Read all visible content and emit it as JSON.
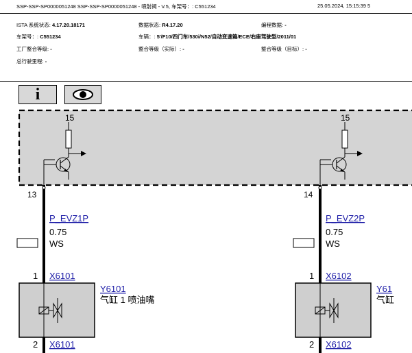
{
  "header": {
    "title": "SSP-SSP-SP0000051248 SSP-SSP-SP0000051248 - 喷射阀 - V.5, 车架号：: C551234",
    "datetime": "25.05.2024, 15:15:39",
    "page": "5"
  },
  "info": {
    "ista_label": "ISTA 系统状态:",
    "ista_value": "4.17.20.18171",
    "data_label": "数据状态:",
    "data_value": "R4.17.20",
    "prog_label": "编程数据:",
    "prog_value": "-",
    "vin_label": "车架号：:",
    "vin_value": "C551234",
    "vehicle_label": "车辆：:",
    "vehicle_value": "5'/F10/四门车/530i/N52/自动变速箱/ECE/右座驾驶型/2011/01",
    "factory_label": "工厂整合等级:",
    "factory_value": "-",
    "actual_label": "整合等级（实际）:",
    "actual_value": "-",
    "target_label": "整合等级（目标）:",
    "target_value": "-",
    "mileage_label": "总行驶里程:",
    "mileage_value": "-"
  },
  "toolbar": {
    "info_symbol": "i",
    "info_icon": "info-icon",
    "eye_icon": "eye-icon"
  },
  "diagram": {
    "left": {
      "supply": "15",
      "pin_top": "13",
      "signal": "P_EVZ1P",
      "size": "0.75",
      "color": "WS",
      "pin1": "1",
      "conn": "X6101",
      "component_id": "Y6101",
      "component_name": "气缸 1 喷油嘴",
      "pin2": "2",
      "conn2": "X6101"
    },
    "right": {
      "supply": "15",
      "pin_top": "14",
      "signal": "P_EVZ2P",
      "size": "0.75",
      "color": "WS",
      "pin1": "1",
      "conn": "X6102",
      "component_id": "Y61",
      "component_name": "气缸",
      "pin2": "2",
      "conn2": "X6102"
    }
  },
  "colors": {
    "link": "#1a1aa6",
    "module_fill": "#d4d4d4",
    "component_fill": "#cfcfcf"
  }
}
